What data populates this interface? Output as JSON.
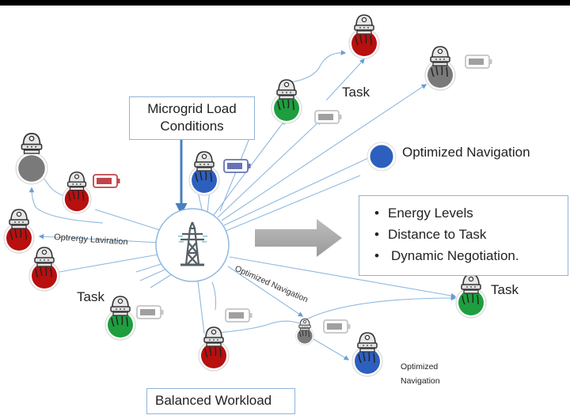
{
  "diagram": {
    "title_box": {
      "lines": [
        "Microgrid Load",
        "Conditions"
      ]
    },
    "factors_box": {
      "items": [
        "Energy Levels",
        "Distance to Task",
        "Dynamic Negotiation."
      ]
    },
    "footer_box": {
      "label": "Balanced Workload"
    },
    "labels": {
      "task_top": "Task",
      "optimized_navigation_right": "Optimized Navigation",
      "energy_navigation_left": "Optrergy Laviration",
      "task_left": "Task",
      "optimized_navigation_curved": "Optimized Navigation",
      "task_right": "Task",
      "optimized_navigation_bottom": [
        "Optimized",
        "Navigation"
      ]
    },
    "hub": {
      "icon": "power-transmission-tower-icon"
    },
    "colors": {
      "red": "#b80f0f",
      "green": "#1e9e3e",
      "blue": "#2d5fbf",
      "gray": "#7a7a7a",
      "connector": "#8fb8e0",
      "box_border": "#8fb4d9",
      "arrow": "#a9a9a9",
      "battery_gray": "#a0a0a0",
      "battery_red": "#c0454a",
      "battery_blue": "#6673b3"
    },
    "robots": [
      {
        "id": "top-red",
        "status": "red"
      },
      {
        "id": "top-green",
        "status": "green",
        "battery": "gray"
      },
      {
        "id": "top-right-gray",
        "status": "gray",
        "battery": "gray"
      },
      {
        "id": "optimized-blue-dot",
        "status": "blue"
      },
      {
        "id": "mid-blue",
        "status": "blue",
        "battery": "blue"
      },
      {
        "id": "left-gray",
        "status": "gray"
      },
      {
        "id": "left-red-small",
        "status": "red",
        "battery": "red"
      },
      {
        "id": "left-red-1",
        "status": "red"
      },
      {
        "id": "left-red-2",
        "status": "red"
      },
      {
        "id": "bottom-green",
        "status": "green",
        "battery": "gray"
      },
      {
        "id": "bottom-red",
        "status": "red",
        "battery": "gray"
      },
      {
        "id": "small-gray",
        "status": "gray",
        "battery": "gray"
      },
      {
        "id": "bottom-blue",
        "status": "blue"
      },
      {
        "id": "right-green",
        "status": "green"
      }
    ]
  }
}
